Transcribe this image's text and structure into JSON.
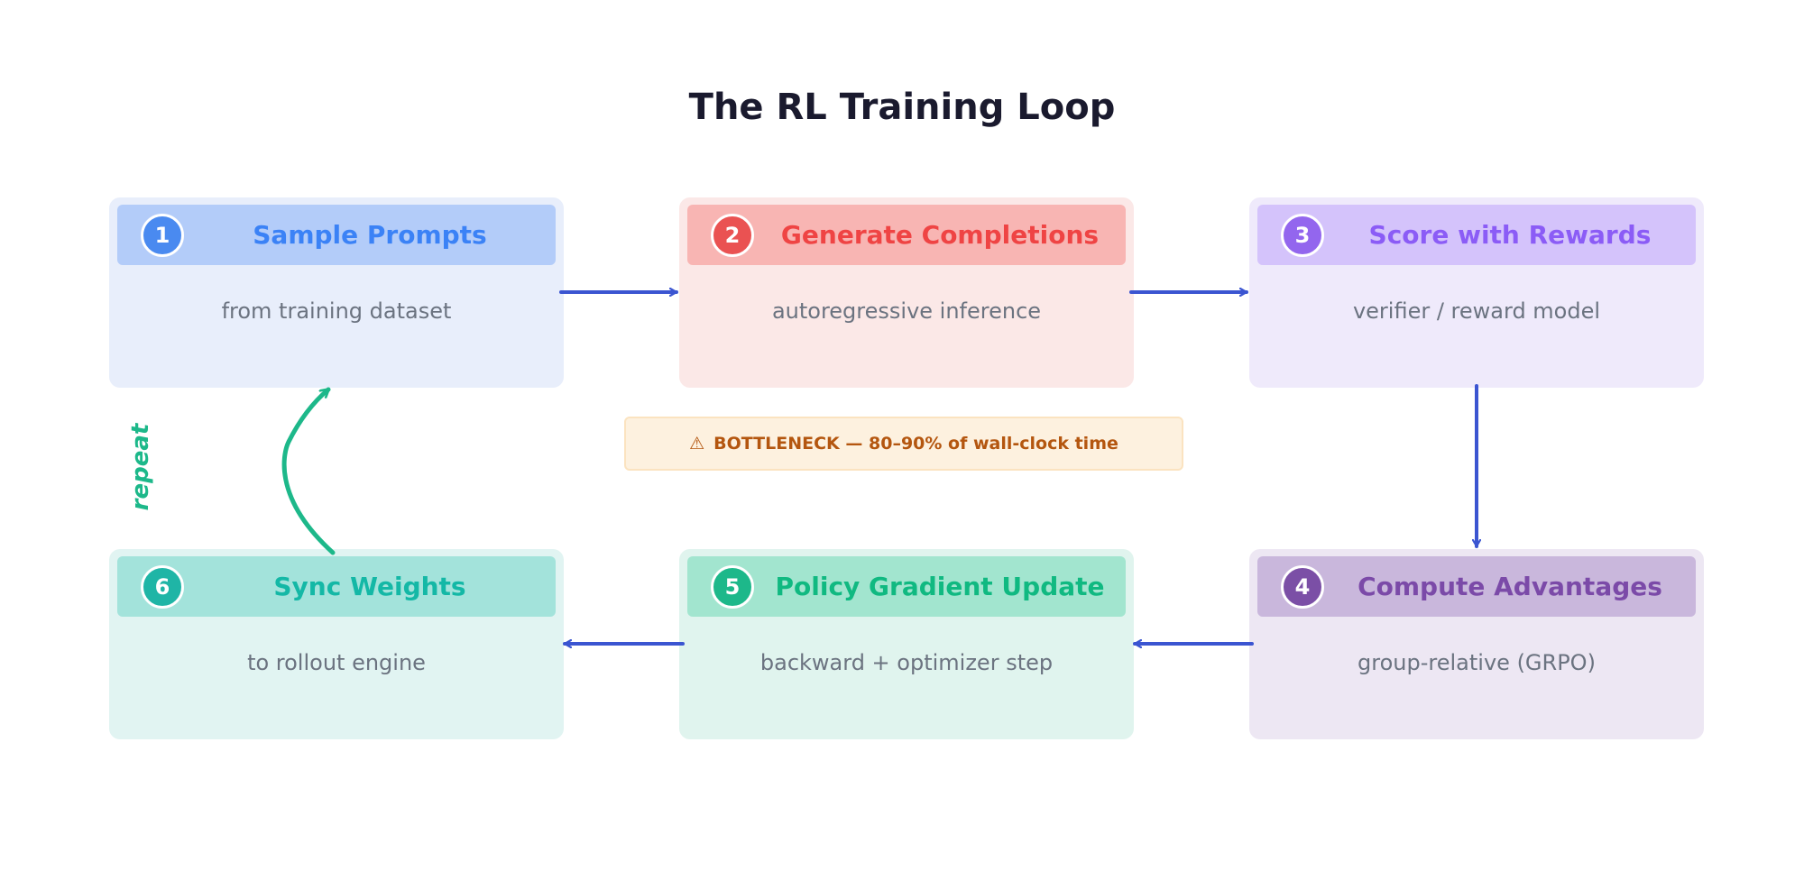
{
  "title": "The RL Training Loop",
  "steps": [
    {
      "number": "1",
      "title": "Sample Prompts",
      "subtitle": "from training dataset",
      "colors": {
        "card": "#e8eefb",
        "header": "#b3ccf9",
        "badge": "#4a8af0",
        "title": "#3b82f6"
      }
    },
    {
      "number": "2",
      "title": "Generate Completions",
      "subtitle": "autoregressive inference",
      "colors": {
        "card": "#fbe8e7",
        "header": "#f8b5b3",
        "badge": "#ea5252",
        "title": "#ef4444"
      }
    },
    {
      "number": "3",
      "title": "Score with Rewards",
      "subtitle": "verifier / reward model",
      "colors": {
        "card": "#efeafb",
        "header": "#d4c3fb",
        "badge": "#9366ee",
        "title": "#8b5cf6"
      }
    },
    {
      "number": "4",
      "title": "Compute Advantages",
      "subtitle": "group-relative (GRPO)",
      "colors": {
        "card": "#ede7f3",
        "header": "#c9b7dc",
        "badge": "#7b4fa6",
        "title": "#7b4aa8"
      }
    },
    {
      "number": "5",
      "title": "Policy Gradient Update",
      "subtitle": "backward + optimizer step",
      "colors": {
        "card": "#e0f4ee",
        "header": "#a2e5cf",
        "badge": "#1db88a",
        "title": "#10b981"
      }
    },
    {
      "number": "6",
      "title": "Sync Weights",
      "subtitle": "to rollout engine",
      "colors": {
        "card": "#e1f4f2",
        "header": "#a3e3db",
        "badge": "#1fb5a6",
        "title": "#14b8a6"
      }
    }
  ],
  "bottleneck_note": {
    "icon": "warning-icon",
    "glyph": "⚠",
    "text": "BOTTLENECK — 80–90% of wall-clock time"
  },
  "repeat_label": "repeat",
  "colors": {
    "flow_arrow": "#3b55d1",
    "repeat_arrow": "#1db88a",
    "text_muted": "#6b7380"
  }
}
